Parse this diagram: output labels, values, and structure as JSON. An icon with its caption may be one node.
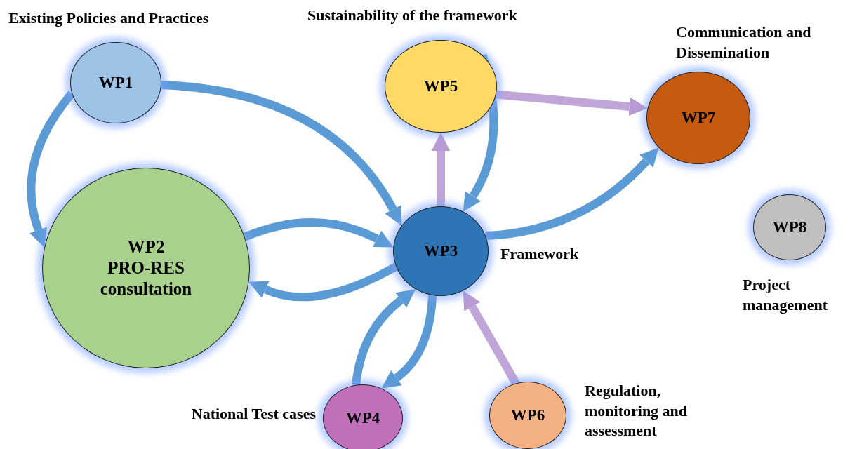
{
  "diagram": {
    "nodes": [
      {
        "text": [
          "WP1"
        ],
        "beside": [
          "Existing Policies and Practices"
        ]
      },
      {
        "text": [
          "WP2",
          "PRO-RES consultation"
        ]
      },
      {
        "text": [
          "WP3"
        ],
        "beside": [
          "Framework"
        ]
      },
      {
        "text": [
          "WP4"
        ],
        "beside": [
          "National Test cases"
        ]
      },
      {
        "text": [
          "WP5"
        ],
        "beside": [
          "Sustainability of the framework"
        ]
      },
      {
        "text": [
          "WP6"
        ],
        "beside": [
          "Regulation, monitoring and assessment"
        ]
      },
      {
        "text": [
          "WP7"
        ],
        "beside": [
          "Communication and Dissemination"
        ]
      },
      {
        "text": [
          "WP8"
        ],
        "beside": [
          "Project management"
        ]
      }
    ],
    "edges": [
      {
        "from": 0,
        "to": 1,
        "arrow": "to"
      },
      {
        "from": 0,
        "to": 2,
        "arrow": "to"
      },
      {
        "from": 1,
        "to": 2,
        "arrow": "to"
      },
      {
        "from": 2,
        "to": 1,
        "arrow": "to"
      },
      {
        "from": 2,
        "to": 4,
        "arrow": "to",
        "color": "#b99bd4"
      },
      {
        "from": 4,
        "to": 2,
        "arrow": "to"
      },
      {
        "from": 4,
        "to": 6,
        "arrow": "to",
        "color": "#b99bd4"
      },
      {
        "from": 2,
        "to": 6,
        "arrow": "to"
      },
      {
        "from": 3,
        "to": 2,
        "arrow": "to"
      },
      {
        "from": 2,
        "to": 3,
        "arrow": "to"
      },
      {
        "from": 5,
        "to": 2,
        "arrow": "to",
        "color": "#b99bd4"
      }
    ]
  }
}
